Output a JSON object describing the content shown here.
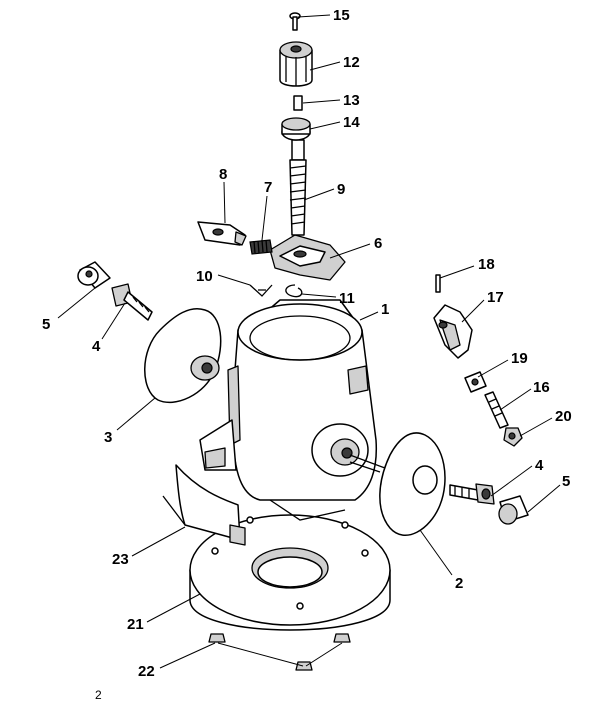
{
  "page_number": "2",
  "callouts": {
    "c1": "1",
    "c2": "2",
    "c3": "3",
    "c4a": "4",
    "c4b": "4",
    "c5a": "5",
    "c5b": "5",
    "c6": "6",
    "c7": "7",
    "c8": "8",
    "c9": "9",
    "c10": "10",
    "c11": "11",
    "c12": "12",
    "c13": "13",
    "c14": "14",
    "c15": "15",
    "c16": "16",
    "c17": "17",
    "c18": "18",
    "c19": "19",
    "c20": "20",
    "c21": "21",
    "c22": "22",
    "c23": "23"
  }
}
